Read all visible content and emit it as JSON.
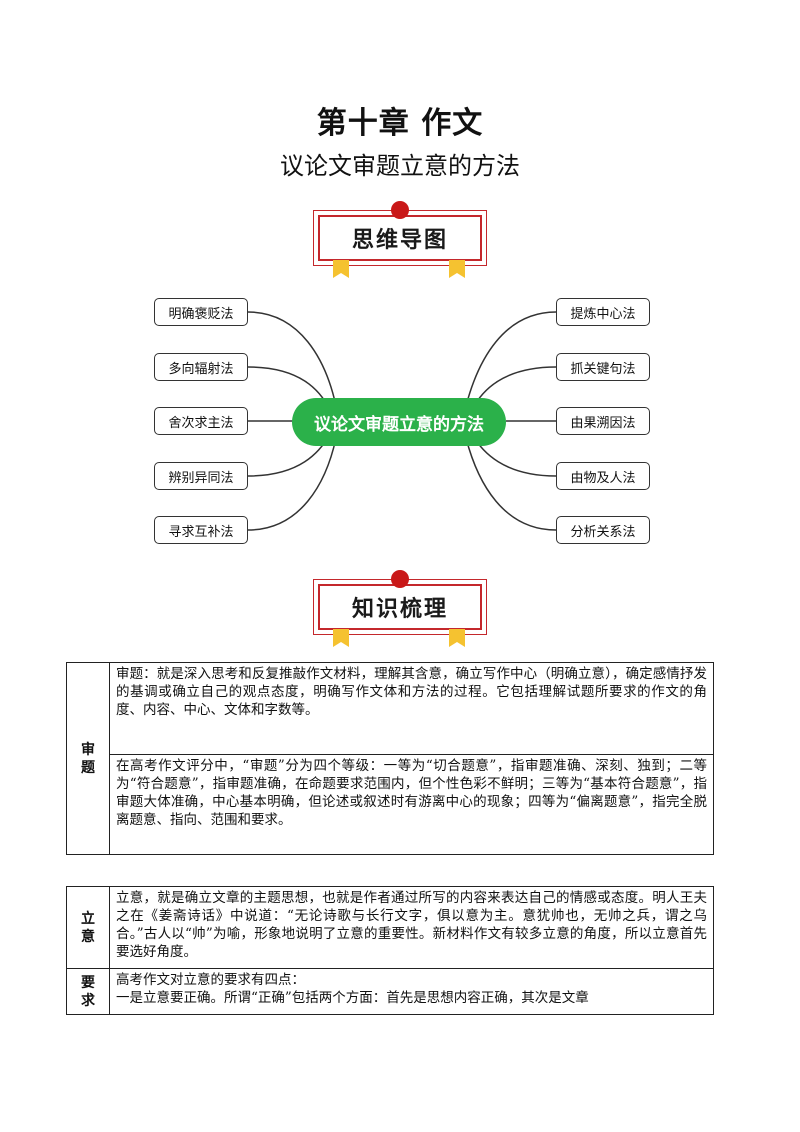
{
  "title": "第十章 作文",
  "subtitle": "议论文审题立意的方法",
  "banner_mindmap": "思维导图",
  "banner_knowledge": "知识梳理",
  "mindmap": {
    "center": "议论文审题立意的方法",
    "left": [
      "明确褒贬法",
      "多向辐射法",
      "舍次求主法",
      "辨别异同法",
      "寻求互补法"
    ],
    "right": [
      "提炼中心法",
      "抓关键句法",
      "由果溯因法",
      "由物及人法",
      "分析关系法"
    ],
    "center_color": "#2bb14a"
  },
  "table1": {
    "label": "审\n题",
    "row1": "审题：就是深入思考和反复推敲作文材料，理解其含意，确立写作中心（明确立意），确定感情抒发的基调或确立自己的观点态度，明确写作文体和方法的过程。它包括理解试题所要求的作文的角度、内容、中心、文体和字数等。",
    "row2": "在高考作文评分中，“审题”分为四个等级：一等为“切合题意”，指审题准确、深刻、独到；二等为“符合题意”，指审题准确，在命题要求范围内，但个性色彩不鲜明；三等为“基本符合题意”，指审题大体准确，中心基本明确，但论述或叙述时有游离中心的现象；四等为“偏离题意”，指完全脱离题意、指向、范围和要求。"
  },
  "table2": {
    "label1": "立\n意",
    "row1": "立意，就是确立文章的主题思想，也就是作者通过所写的内容来表达自己的情感或态度。明人王夫之在《姜斋诗话》中说道：“无论诗歌与长行文字，俱以意为主。意犹帅也，无帅之兵，谓之乌合。”古人以“帅”为喻，形象地说明了立意的重要性。新材料作文有较多立意的角度，所以立意首先要选好角度。",
    "label2": "要\n求",
    "row2a": "高考作文对立意的要求有四点：",
    "row2b": "一是立意要正确。所谓“正确”包括两个方面：首先是思想内容正确，其次是文章"
  },
  "colors": {
    "banner_red": "#c4282c",
    "ribbon": "#f5c230"
  }
}
